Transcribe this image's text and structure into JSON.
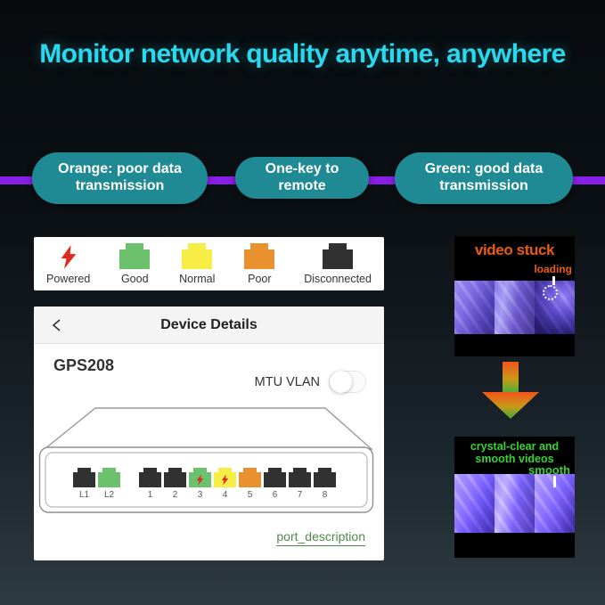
{
  "title": "Monitor network quality anytime, anywhere",
  "badges": [
    {
      "label": "Orange: poor data transmission"
    },
    {
      "label": "One-key to remote"
    },
    {
      "label": "Green: good data transmission"
    }
  ],
  "legend": {
    "items": [
      {
        "label": "Powered",
        "icon": "lightning-icon",
        "status": "powered"
      },
      {
        "label": "Good",
        "icon": "port-icon",
        "status": "good"
      },
      {
        "label": "Normal",
        "icon": "port-icon",
        "status": "normal"
      },
      {
        "label": "Poor",
        "icon": "port-icon",
        "status": "poor"
      },
      {
        "label": "Disconnected",
        "icon": "port-icon",
        "status": "disconnected"
      }
    ]
  },
  "device_panel": {
    "header_title": "Device Details",
    "device_name": "GPS208",
    "mtu_vlan_label": "MTU VLAN",
    "mtu_vlan_state": "off",
    "ports": [
      {
        "label": "L1",
        "status": "disconnected",
        "powered": false
      },
      {
        "label": "L2",
        "status": "good",
        "powered": false
      },
      {
        "label": "1",
        "status": "disconnected",
        "powered": false
      },
      {
        "label": "2",
        "status": "disconnected",
        "powered": false
      },
      {
        "label": "3",
        "status": "good",
        "powered": true
      },
      {
        "label": "4",
        "status": "normal",
        "powered": true
      },
      {
        "label": "5",
        "status": "poor",
        "powered": false
      },
      {
        "label": "6",
        "status": "disconnected",
        "powered": false
      },
      {
        "label": "7",
        "status": "disconnected",
        "powered": false
      },
      {
        "label": "8",
        "status": "disconnected",
        "powered": false
      }
    ],
    "link_label": "port_description"
  },
  "before_thumb": {
    "caption": "video stuck",
    "sub": "loading"
  },
  "after_thumb": {
    "line1": "crystal-clear and",
    "line2": "smooth videos",
    "sub": "smooth"
  },
  "colors": {
    "accent_cyan": "#2bd9ef",
    "pill_teal": "#1f8a94",
    "line_purple": "#8a1fe8",
    "caption_orange": "#ea5b11",
    "caption_green": "#35d435",
    "link_green": "#4f8a49",
    "status": {
      "powered": "#df2b1d",
      "good": "#6cc26c",
      "normal": "#f6ee44",
      "poor": "#e9912f",
      "disconnected": "#313131"
    }
  }
}
